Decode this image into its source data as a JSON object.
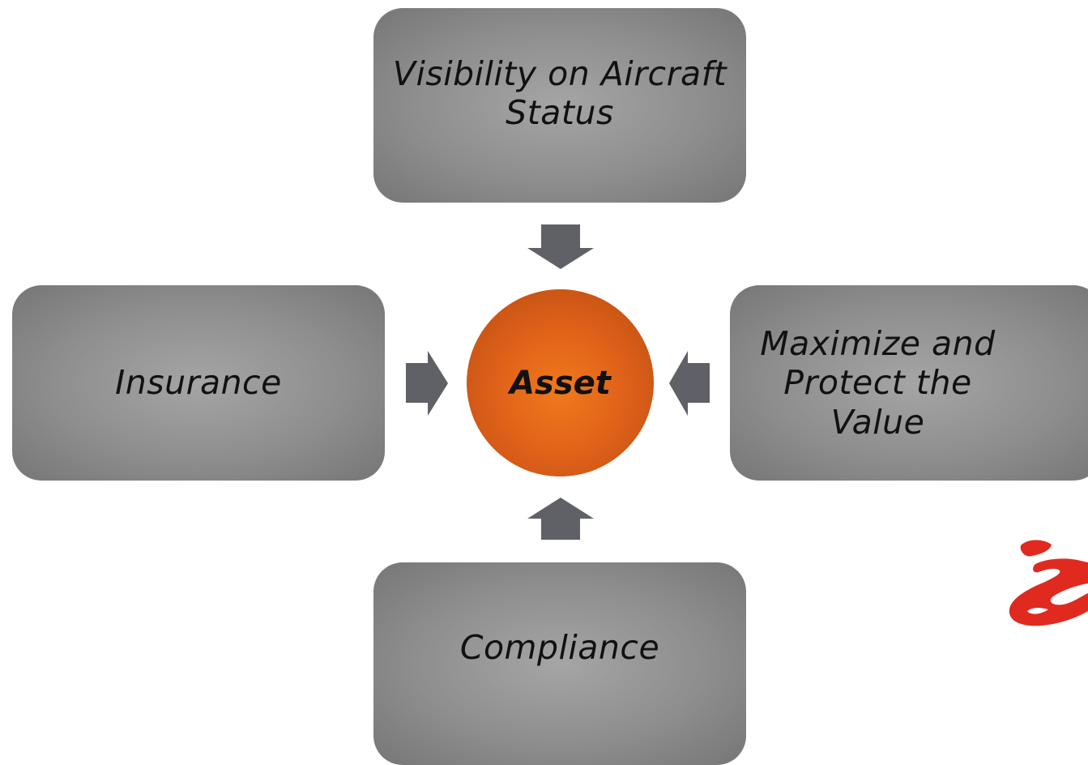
{
  "diagram": {
    "center": {
      "label": "Asset"
    },
    "nodes": {
      "top": "Visibility on Aircraft Status",
      "left": "Insurance",
      "right": "Maximize and Protect the Value",
      "bottom": "Compliance"
    }
  },
  "colors": {
    "box_gray": "#8e8e8e",
    "arrow_gray": "#5f6166",
    "hub_orange": "#e0621a",
    "logo_red": "#e02a20"
  },
  "icons": {
    "logo": "red-swirl-logo"
  }
}
